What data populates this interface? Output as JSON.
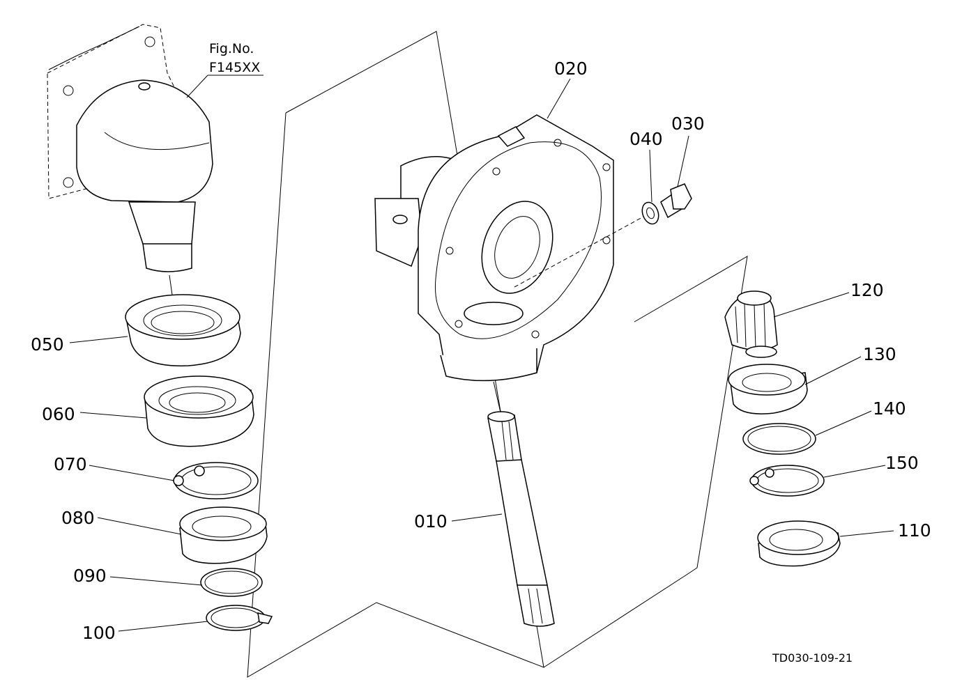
{
  "figure_ref": {
    "line1": "Fig.No.",
    "line2": "F145XX"
  },
  "drawing_code": "TD030-109-21",
  "parts": [
    {
      "id": "p010",
      "label": "010"
    },
    {
      "id": "p020",
      "label": "020"
    },
    {
      "id": "p030",
      "label": "030"
    },
    {
      "id": "p040",
      "label": "040"
    },
    {
      "id": "p050",
      "label": "050"
    },
    {
      "id": "p060",
      "label": "060"
    },
    {
      "id": "p070",
      "label": "070"
    },
    {
      "id": "p080",
      "label": "080"
    },
    {
      "id": "p090",
      "label": "090"
    },
    {
      "id": "p100",
      "label": "100"
    },
    {
      "id": "p110",
      "label": "110"
    },
    {
      "id": "p120",
      "label": "120"
    },
    {
      "id": "p130",
      "label": "130"
    },
    {
      "id": "p140",
      "label": "140"
    },
    {
      "id": "p150",
      "label": "150"
    }
  ]
}
